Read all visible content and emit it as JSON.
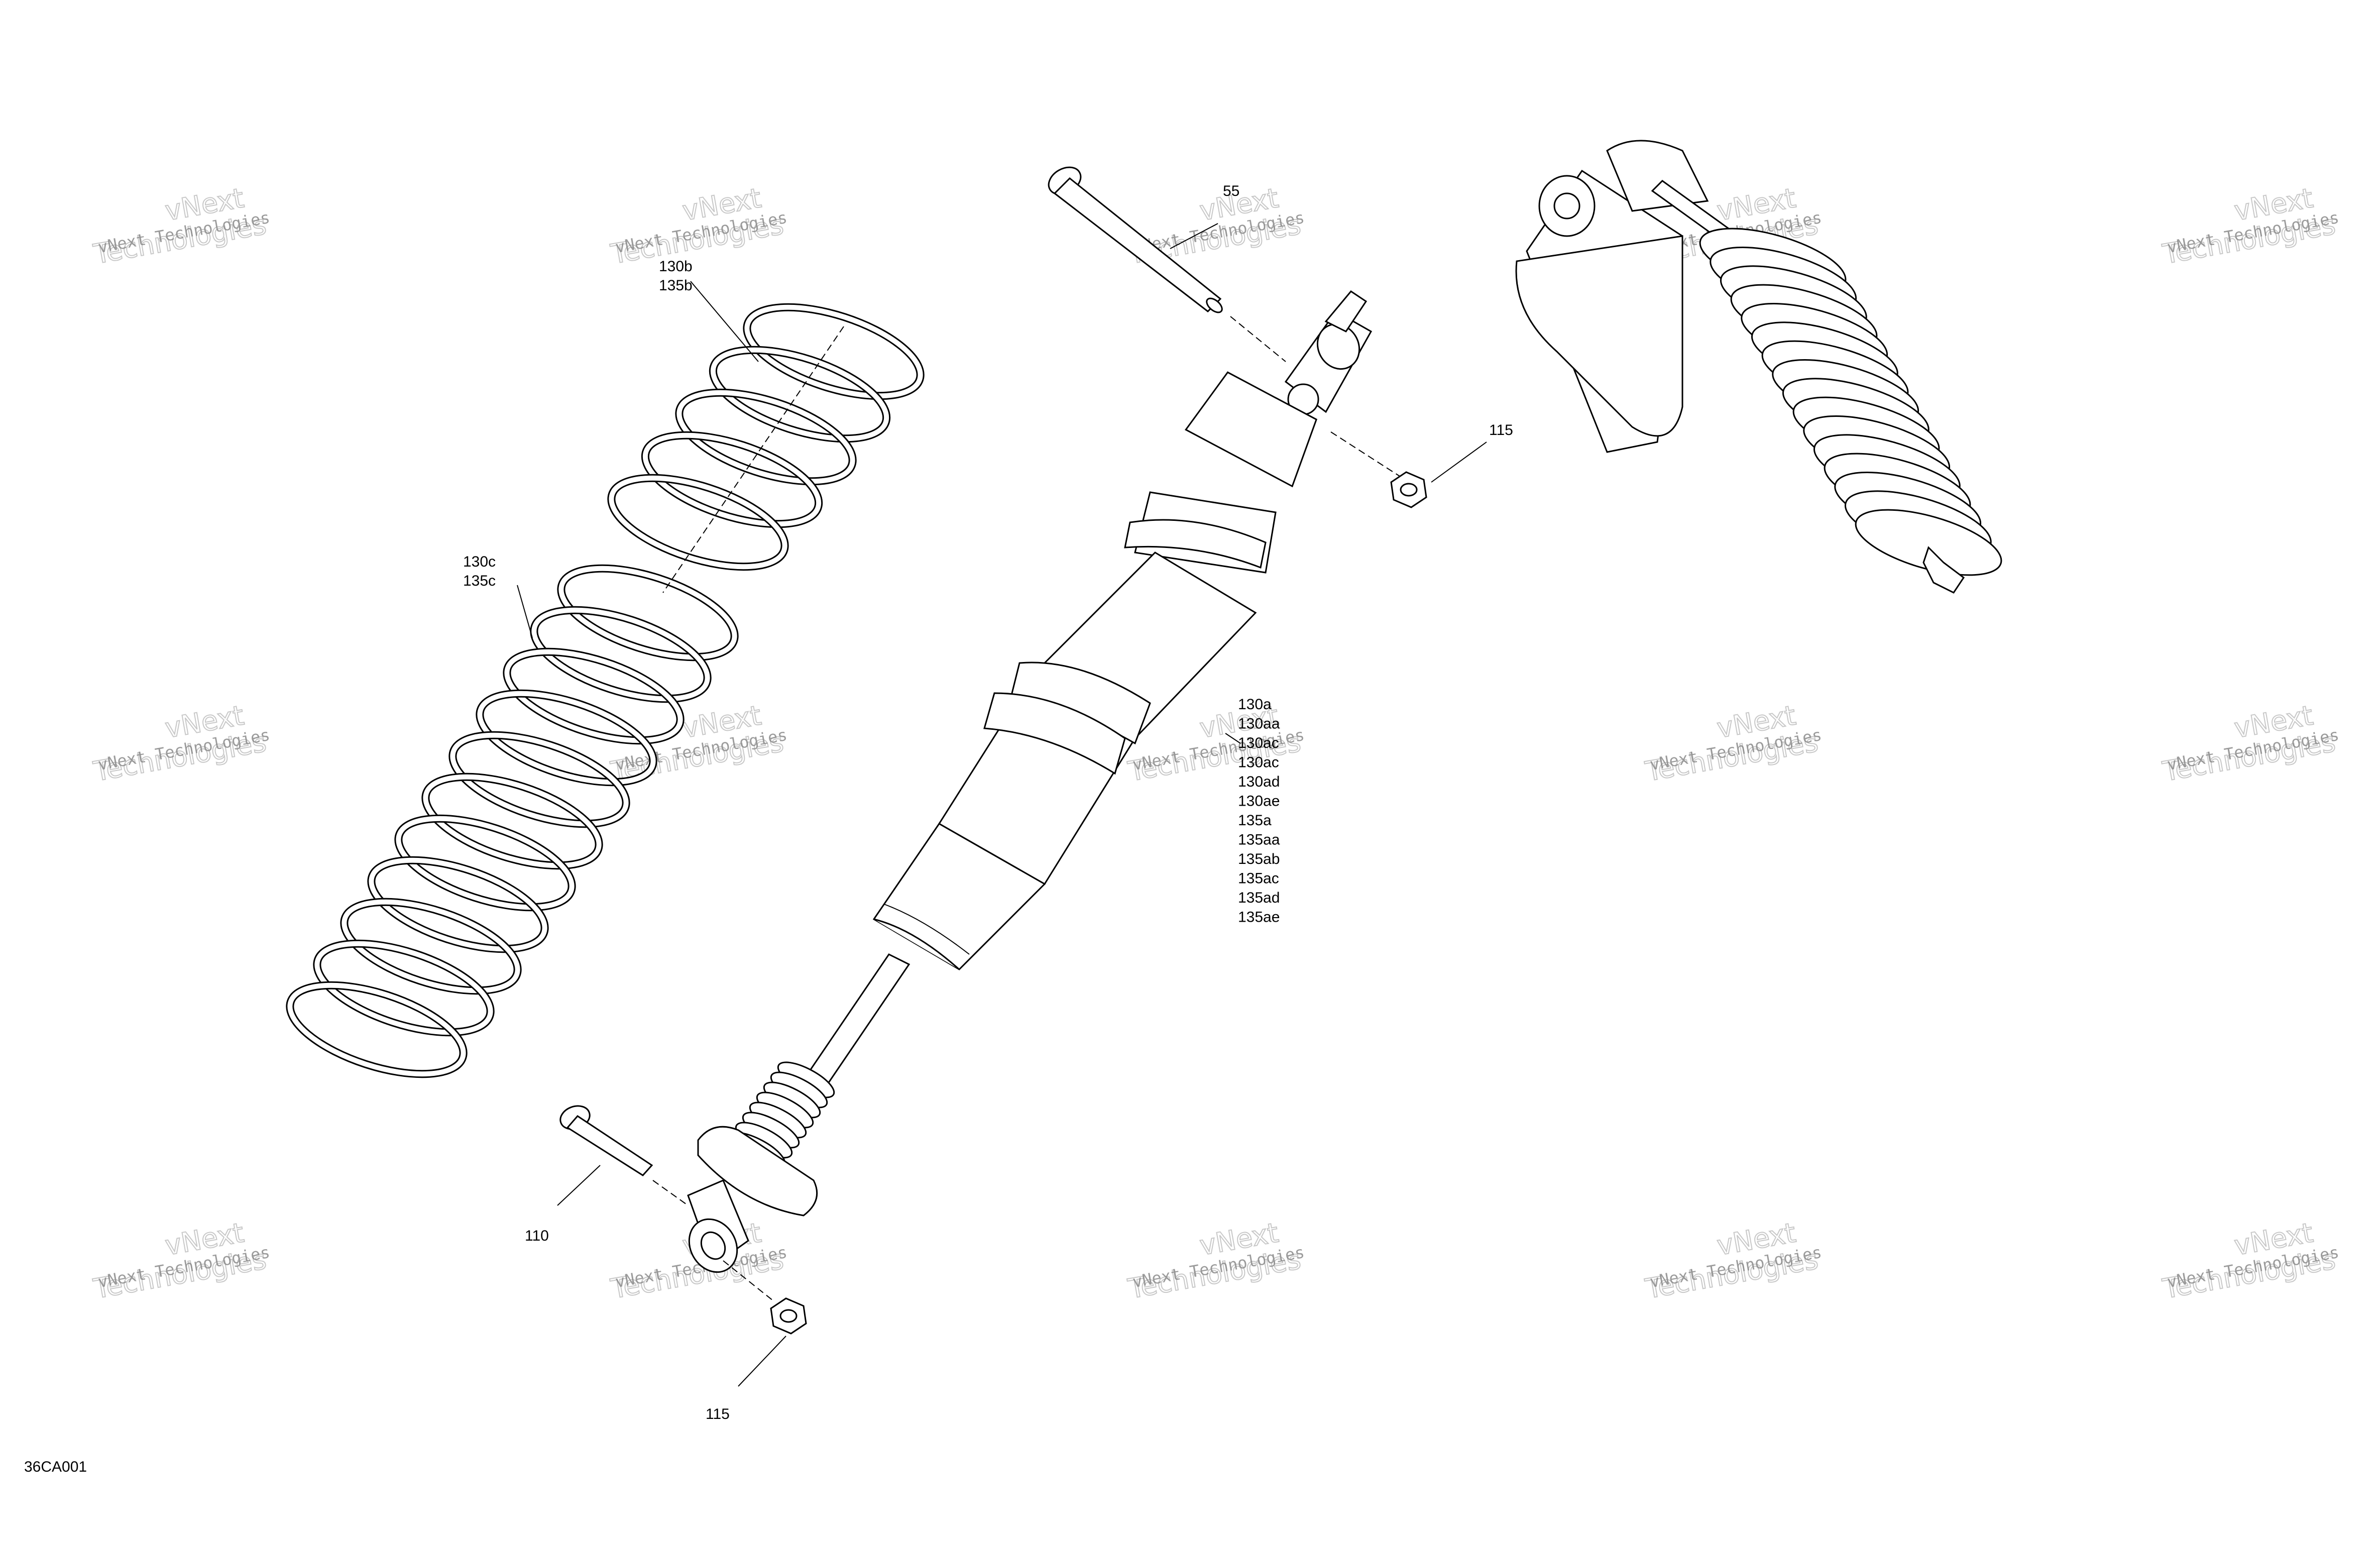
{
  "diagram_id": "36CA001",
  "labels": {
    "bolt_55": "55",
    "nut_115_upper": "115",
    "bolt_110": "110",
    "nut_115_lower": "115",
    "spring_upper": [
      "130b",
      "135b"
    ],
    "spring_lower": [
      "130c",
      "135c"
    ],
    "shock": [
      "130a",
      "130aa",
      "130ac",
      "130ac",
      "130ad",
      "130ae",
      "135a",
      "135aa",
      "135ab",
      "135ac",
      "135ad",
      "135ae"
    ]
  },
  "watermark": {
    "line1": "vNext Technologies",
    "line2": "vNext",
    "line3": "Technologies"
  }
}
